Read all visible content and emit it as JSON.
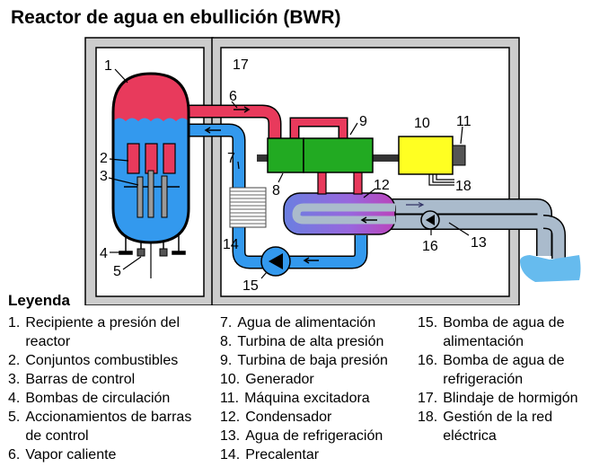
{
  "title": "Reactor de agua en ebullición (BWR)",
  "diagram_labels": {
    "n1": "1",
    "n2": "2",
    "n3": "3",
    "n4": "4",
    "n5": "5",
    "n6": "6",
    "n7": "7",
    "n8": "8",
    "n9": "9",
    "n10": "10",
    "n11": "11",
    "n12": "12",
    "n13": "13",
    "n14": "14",
    "n15": "15",
    "n16": "16",
    "n17": "17",
    "n18": "18"
  },
  "colors": {
    "steam_red": "#e83a5c",
    "water_blue": "#3399ee",
    "concrete": "#cccccc",
    "high_pressure_turbine": "#22aa22",
    "generator_yellow": "#ffff22",
    "cooling_water": "#aabbcc",
    "condenser_purple": "#9955cc"
  },
  "legend": {
    "title": "Leyenda",
    "col1": [
      {
        "num": "1.",
        "text": "Recipiente a presión del reactor"
      },
      {
        "num": "2.",
        "text": "Conjuntos combustibles"
      },
      {
        "num": "3.",
        "text": "Barras de control"
      },
      {
        "num": "4.",
        "text": "Bombas de circulación"
      },
      {
        "num": "5.",
        "text": "Accionamientos de barras de control"
      },
      {
        "num": "6.",
        "text": "Vapor caliente"
      }
    ],
    "col2": [
      {
        "num": "7.",
        "text": "Agua de alimentación"
      },
      {
        "num": "8.",
        "text": "Turbina de alta presión"
      },
      {
        "num": "9.",
        "text": "Turbina de baja presión"
      },
      {
        "num": "10.",
        "text": "Generador"
      },
      {
        "num": "11.",
        "text": "Máquina excitadora"
      },
      {
        "num": "12.",
        "text": "Condensador"
      },
      {
        "num": "13.",
        "text": "Agua de refrigeración"
      },
      {
        "num": "14.",
        "text": "Precalentar"
      }
    ],
    "col3": [
      {
        "num": "15.",
        "text": "Bomba de agua de alimentación"
      },
      {
        "num": "16.",
        "text": "Bomba de agua de refrigeración"
      },
      {
        "num": "17.",
        "text": "Blindaje de hormigón"
      },
      {
        "num": "18.",
        "text": "Gestión de la red eléctrica"
      }
    ]
  }
}
